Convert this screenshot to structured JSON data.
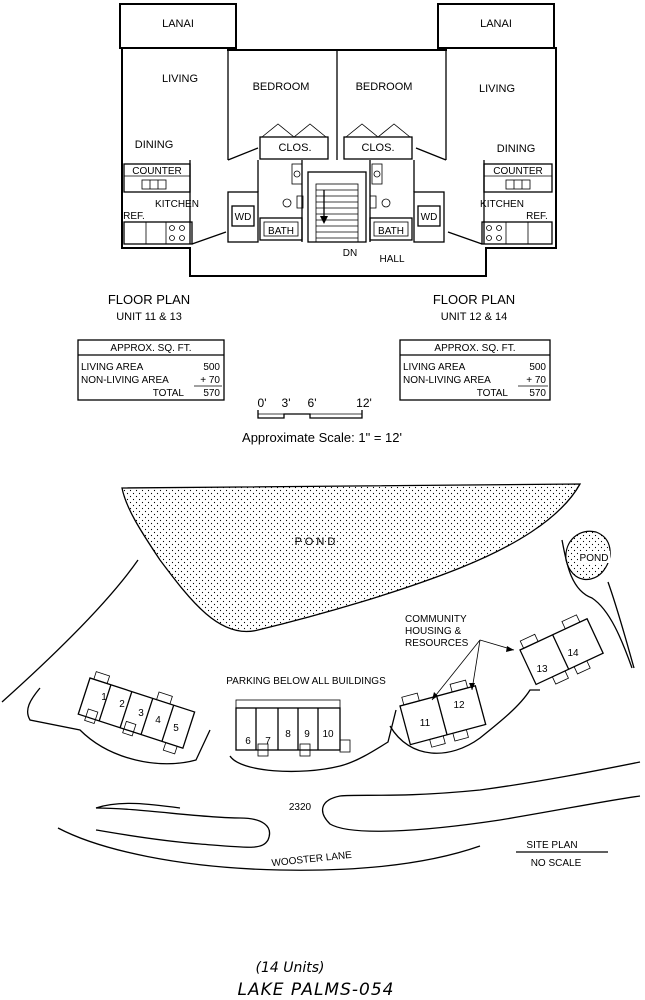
{
  "floor_plan": {
    "rooms": {
      "lanai": "LANAI",
      "living": "LIVING",
      "dining": "DINING",
      "bedroom": "BEDROOM",
      "closet": "CLOS.",
      "counter": "COUNTER",
      "kitchen": "KITCHEN",
      "ref": "REF.",
      "wd": "WD",
      "bath": "BATH",
      "down": "DN",
      "hall": "HALL"
    },
    "left": {
      "title": "FLOOR PLAN",
      "units": "UNIT 11 & 13",
      "table": {
        "header": "APPROX. SQ. FT.",
        "living_label": "LIVING AREA",
        "living_value": "500",
        "nonliving_label": "NON-LIVING AREA",
        "nonliving_value": "+ 70",
        "total_label": "TOTAL",
        "total_value": "570"
      }
    },
    "right": {
      "title": "FLOOR PLAN",
      "units": "UNIT 12 & 14",
      "table": {
        "header": "APPROX. SQ. FT.",
        "living_label": "LIVING AREA",
        "living_value": "500",
        "nonliving_label": "NON-LIVING AREA",
        "nonliving_value": "+ 70",
        "total_label": "TOTAL",
        "total_value": "570"
      }
    },
    "scale_bar": {
      "ticks": [
        "0'",
        "3'",
        "6'",
        "12'"
      ],
      "caption": "Approximate Scale: 1\" = 12'"
    }
  },
  "site_plan": {
    "pond_label": "P O N D",
    "small_pond_label": "POND",
    "parking_label": "PARKING BELOW ALL BUILDINGS",
    "community_label": [
      "COMMUNITY",
      "HOUSING &",
      "RESOURCES"
    ],
    "unit_numbers": [
      "1",
      "2",
      "3",
      "4",
      "5",
      "6",
      "7",
      "8",
      "9",
      "10",
      "11",
      "12",
      "13",
      "14"
    ],
    "address_number": "2320",
    "street_name": "WOOSTER LANE",
    "legend_title": "SITE PLAN",
    "legend_subtitle": "NO SCALE"
  },
  "footer": {
    "unit_count": "(14 Units)",
    "project_name": "LAKE PALMS-054"
  }
}
